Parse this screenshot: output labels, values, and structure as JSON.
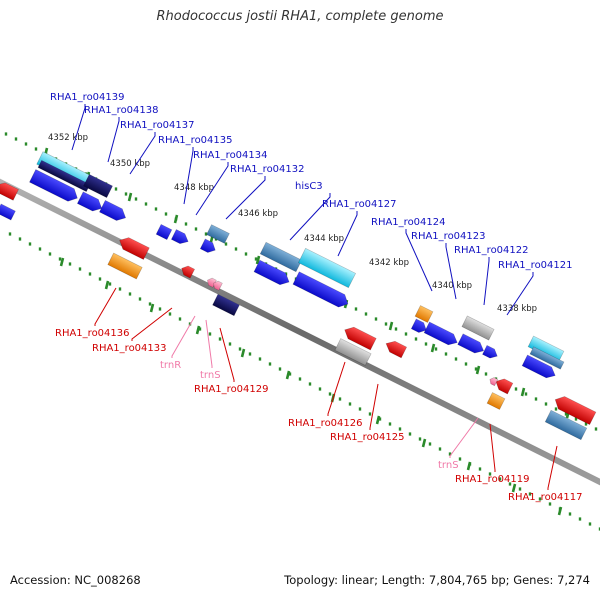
{
  "title": "Rhodococcus jostii RHA1, complete genome",
  "footer": {
    "accession": "Accession: NC_008268",
    "topology": "Topology: linear; Length: 7,804,765 bp; Genes: 7,274"
  },
  "colors": {
    "forward_label": "#1010c0",
    "reverse_label": "#d00000",
    "trna_label": "#f07aa8",
    "axis": "#808080",
    "tick": "#2a8a2a",
    "cds_forward": "#1a1aee",
    "cds_dark": "#101060",
    "cds_steel": "#4682b4",
    "cds_cyan": "#22ccee",
    "cds_red": "#ee1111",
    "cds_orange": "#ff9900",
    "cds_gray": "#aaaaaa",
    "trna": "#ff88aa"
  },
  "scale_labels": [
    "4352 kbp",
    "4350 kbp",
    "4348 kbp",
    "4346 kbp",
    "4344 kbp",
    "4342 kbp",
    "4340 kbp",
    "4338 kbp"
  ],
  "forward_genes": [
    "RHA1_ro04139",
    "RHA1_ro04138",
    "RHA1_ro04137",
    "RHA1_ro04135",
    "RHA1_ro04134",
    "RHA1_ro04132",
    "hisC3",
    "RHA1_ro04127",
    "RHA1_ro04124",
    "RHA1_ro04123",
    "RHA1_ro04122",
    "RHA1_ro04121"
  ],
  "reverse_genes": [
    "RHA1_ro04136",
    "RHA1_ro04133",
    "trnR",
    "trnS",
    "RHA1_ro04129",
    "RHA1_ro04126",
    "RHA1_ro04125",
    "trnS",
    "RHA1_ro04119",
    "RHA1_ro04117"
  ]
}
